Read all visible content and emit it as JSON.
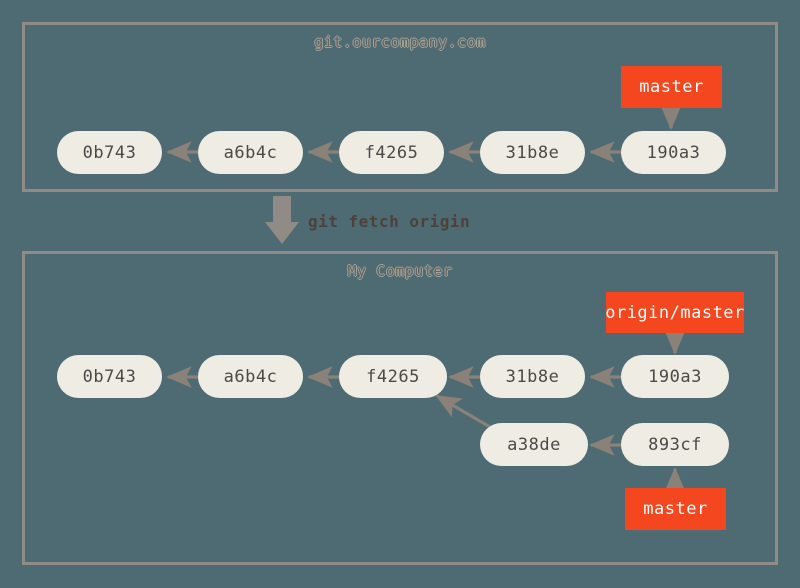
{
  "diagram": {
    "title": "git fetch origin",
    "background_color": "#4e6a72",
    "panel_border_color": "#908b84",
    "commit_fill_color": "#eeece3",
    "commit_text_color": "#4a4a48",
    "badge_color": "#f4471f",
    "badge_text_color": "#ffffff",
    "arrow_color": "#8a8178"
  },
  "panels": [
    {
      "id": "remote",
      "title": "git.ourcompany.com",
      "commits": [
        {
          "id": "0b743",
          "label": "0b743"
        },
        {
          "id": "a6b4c",
          "label": "a6b4c"
        },
        {
          "id": "f4265",
          "label": "f4265"
        },
        {
          "id": "31b8e",
          "label": "31b8e"
        },
        {
          "id": "190a3",
          "label": "190a3"
        }
      ],
      "branches": [
        {
          "id": "master",
          "label": "master",
          "points_to": "190a3"
        }
      ]
    },
    {
      "id": "local",
      "title": "My Computer",
      "commits": [
        {
          "id": "0b743",
          "label": "0b743"
        },
        {
          "id": "a6b4c",
          "label": "a6b4c"
        },
        {
          "id": "f4265",
          "label": "f4265"
        },
        {
          "id": "31b8e",
          "label": "31b8e"
        },
        {
          "id": "190a3",
          "label": "190a3"
        },
        {
          "id": "a38de",
          "label": "a38de"
        },
        {
          "id": "893cf",
          "label": "893cf"
        }
      ],
      "branches": [
        {
          "id": "origin-master",
          "label": "origin/master",
          "points_to": "190a3"
        },
        {
          "id": "master",
          "label": "master",
          "points_to": "893cf"
        }
      ]
    }
  ],
  "operation": {
    "command": "git fetch origin",
    "from_panel": "remote",
    "to_panel": "local"
  }
}
